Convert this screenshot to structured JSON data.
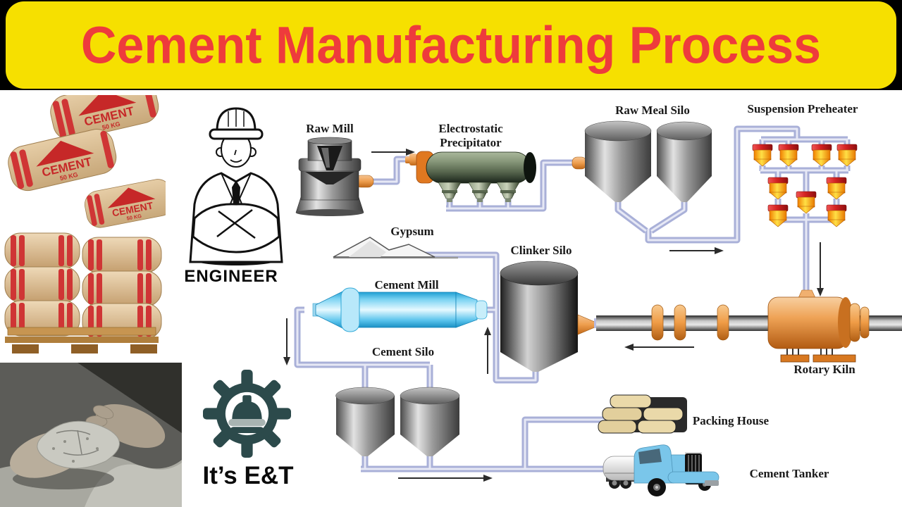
{
  "banner": {
    "title": "Cement Manufacturing Process",
    "bg_color": "#F6E000",
    "text_color": "#EE3B3C"
  },
  "left_panel": {
    "cement_bags_photo": {
      "bag_brand": "CEMENT",
      "bag_weight": "50 KG"
    },
    "engineer_illustration": {
      "caption": "ENGINEER"
    },
    "channel_logo": {
      "icon": "gear-hardhat-icon",
      "color": "#2C4A4B"
    },
    "brand_text": "It’s E&T"
  },
  "diagram": {
    "labels": {
      "raw_mill": "Raw Mill",
      "esp_line1": "Electrostatic",
      "esp_line2": "Precipitator",
      "raw_meal_silo": "Raw Meal Silo",
      "suspension_preheater": "Suspension Preheater",
      "gypsum": "Gypsum",
      "clinker_silo": "Clinker Silo",
      "cement_mill": "Cement Mill",
      "cement_silo": "Cement Silo",
      "rotary_kiln": "Rotary Kiln",
      "packing_house": "Packing House",
      "cement_tanker": "Cement Tanker"
    },
    "colors": {
      "pipe": "#A9B0D8",
      "pipe_inner": "#E6E8F5",
      "cyclone_red": "#D32222",
      "cyclone_yellow": "#FFC31E",
      "kiln_orange": "#EF9C46",
      "mill_blue": "#35B6E8",
      "silo_gray": "#9E9E9E",
      "precipitator_green": "#55644C",
      "nozzle_orange": "#EE9E4E"
    }
  }
}
